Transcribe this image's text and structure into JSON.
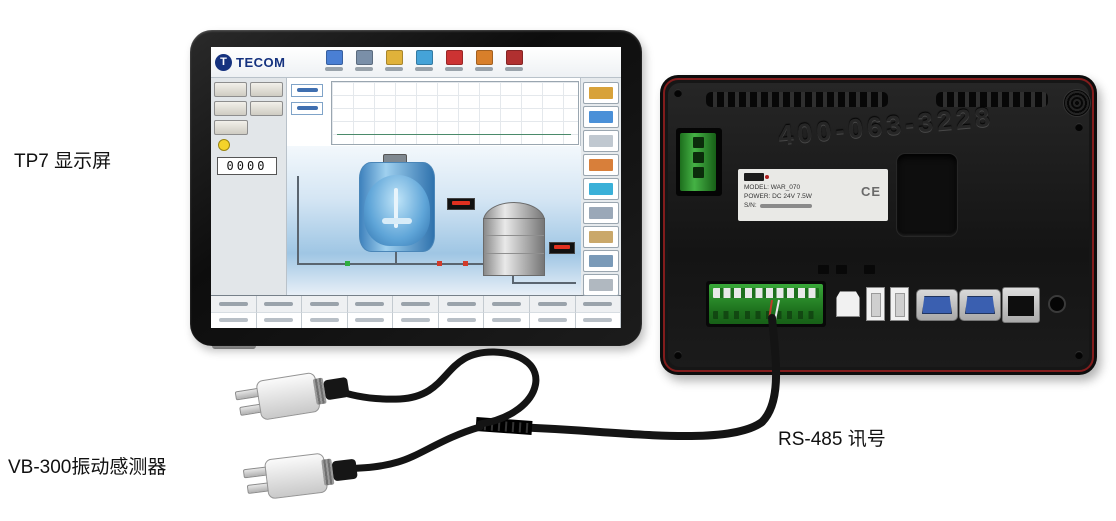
{
  "diagram_labels": {
    "tp7_display": "TP7 显示屏",
    "vb300_sensor": "VB-300振动感测器",
    "rs485_signal": "RS-485 讯号"
  },
  "hmi_front": {
    "brand": "TECOM",
    "counter_value": "0000"
  },
  "hmi_back": {
    "embossed_text": "400-063-3228",
    "info_label": {
      "model_line": "MODEL: WAR_070",
      "power_line": "POWER: DC 24V 7.5W",
      "serial_line": "S/N:",
      "ce_mark": "CE"
    }
  },
  "colors": {
    "bezel_black": "#141414",
    "back_red_trim": "#821c1c",
    "terminal_green": "#2f9e2f",
    "db9_blue": "#3a5fb0",
    "scada_blue": "#9fc6e4"
  }
}
